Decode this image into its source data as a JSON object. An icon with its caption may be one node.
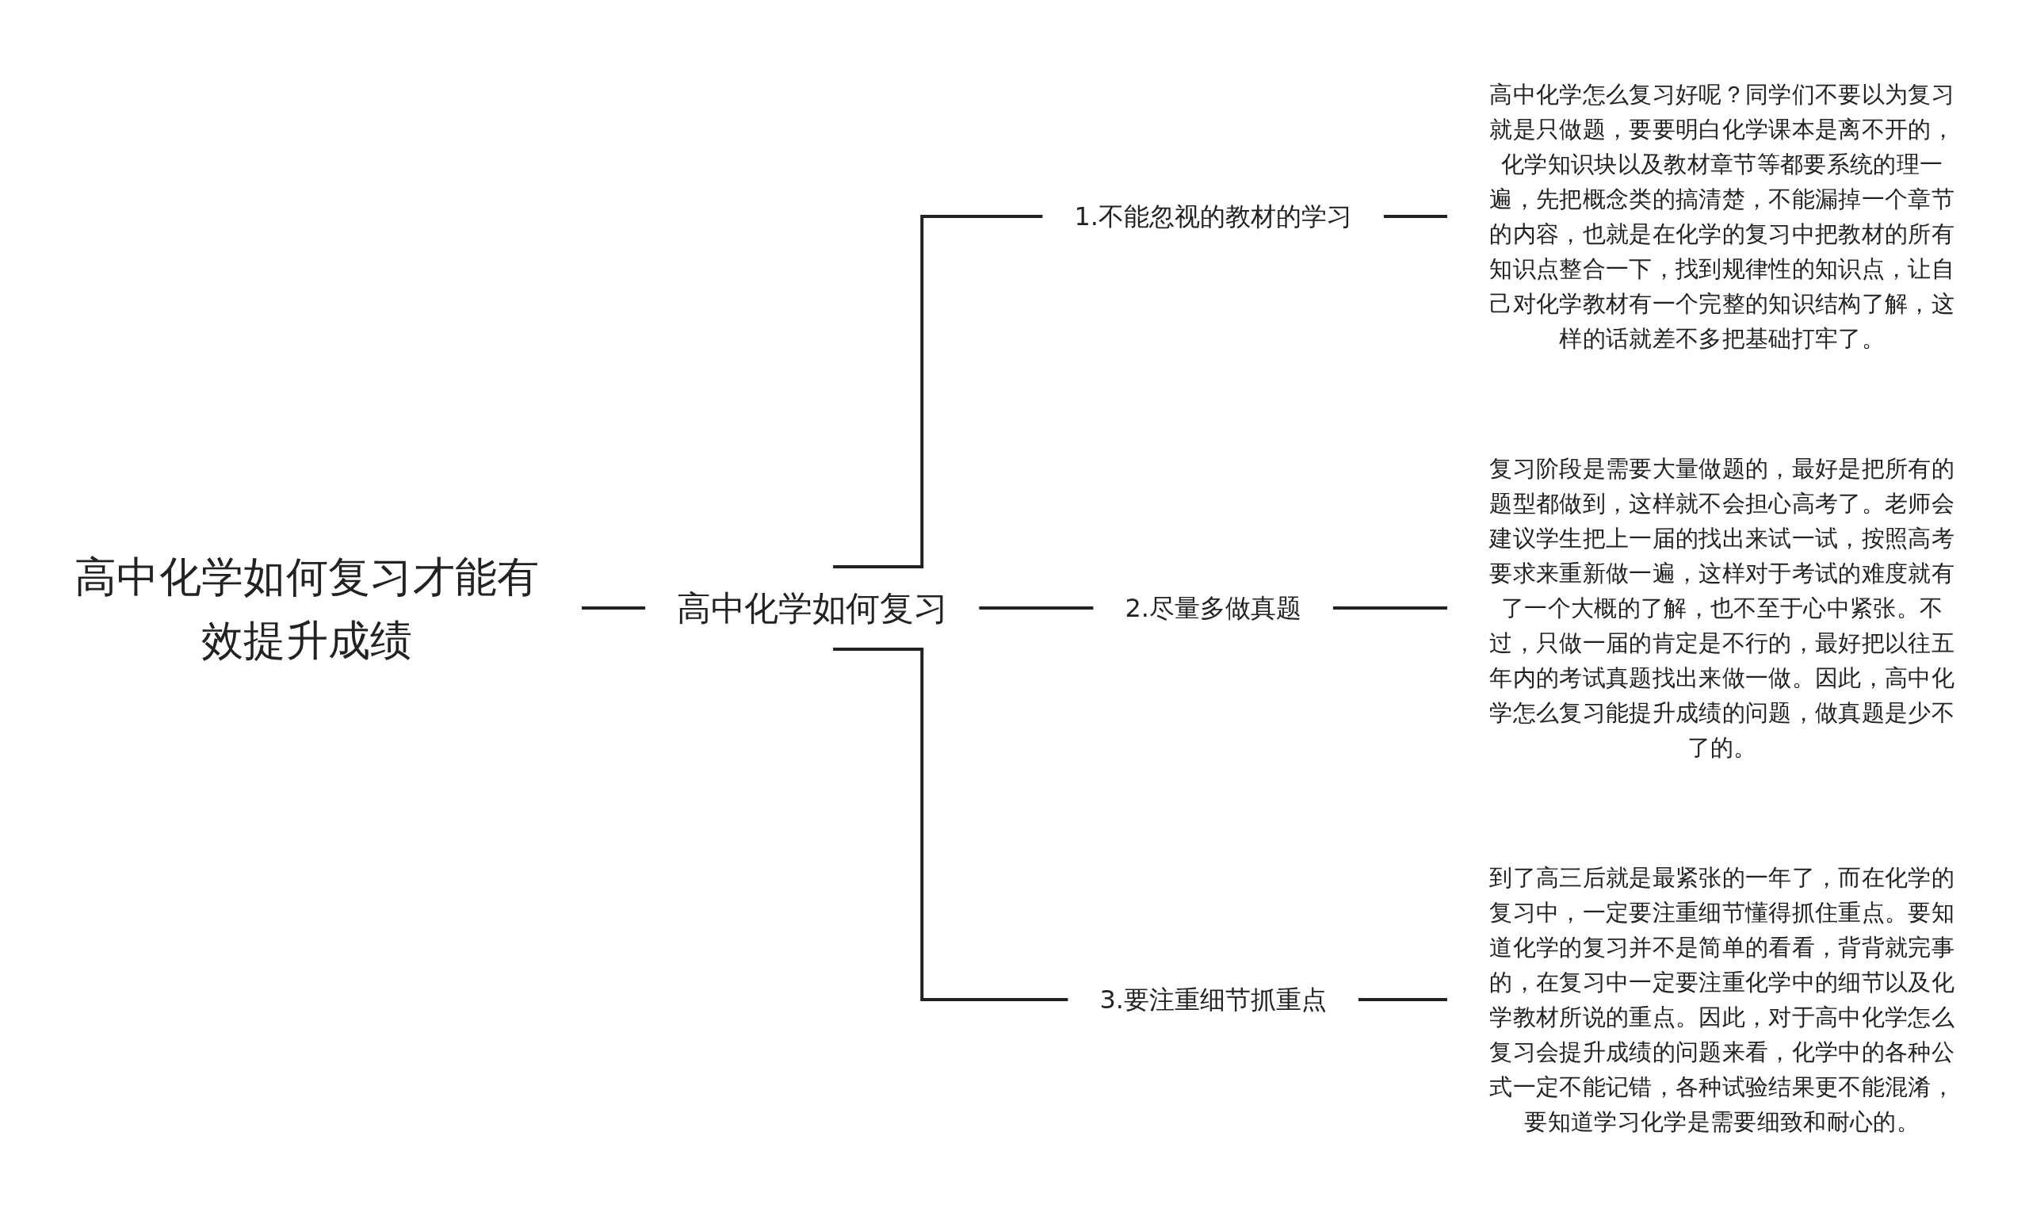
{
  "diagram": {
    "nodes": [
      {
        "text": [
          "高中化学如何复习才能有效提升成绩"
        ]
      },
      {
        "text": [
          "高中化学如何复习"
        ]
      },
      {
        "text": [
          "1.不能忽视的教材的学习"
        ]
      },
      {
        "text": [
          "2.尽量多做真题"
        ]
      },
      {
        "text": [
          "3.要注重细节抓重点"
        ]
      },
      {
        "text": [
          "高中化学怎么复习好呢？同学们不要以为复习就是只做题，要要明白化学课本是离不开的，化学知识块以及教材章节等都要系统的理一遍，先把概念类的搞清楚，不能漏掉一个章节的内容，也就是在化学的复习中把教材的所有知识点整合一下，找到规律性的知识点，让自己对化学教材有一个完整的知识结构了解，这样的话就差不多把基础打牢了。"
        ]
      },
      {
        "text": [
          "复习阶段是需要大量做题的，最好是把所有的题型都做到，这样就不会担心高考了。老师会建议学生把上一届的找出来试一试，按照高考要求来重新做一遍，这样对于考试的难度就有了一个大概的了解，也不至于心中紧张。不过，只做一届的肯定是不行的，最好把以往五年内的考试真题找出来做一做。因此，高中化学怎么复习能提升成绩的问题，做真题是少不了的。"
        ]
      },
      {
        "text": [
          "到了高三后就是最紧张的一年了，而在化学的复习中，一定要注重细节懂得抓住重点。要知道化学的复习并不是简单的看看，背背就完事的，在复习中一定要注重化学中的细节以及化学教材所说的重点。因此，对于高中化学怎么复习会提升成绩的问题来看，化学中的各种公式一定不能记错，各种试验结果更不能混淆，要知道学习化学是需要细致和耐心的。"
        ]
      }
    ],
    "edges": [
      {
        "from": 0,
        "to": 1,
        "arrow": "none"
      },
      {
        "from": 1,
        "to": 2,
        "arrow": "none"
      },
      {
        "from": 1,
        "to": 3,
        "arrow": "none"
      },
      {
        "from": 1,
        "to": 4,
        "arrow": "none"
      },
      {
        "from": 2,
        "to": 5,
        "arrow": "none"
      },
      {
        "from": 3,
        "to": 6,
        "arrow": "none"
      },
      {
        "from": 4,
        "to": 7,
        "arrow": "none"
      }
    ]
  }
}
